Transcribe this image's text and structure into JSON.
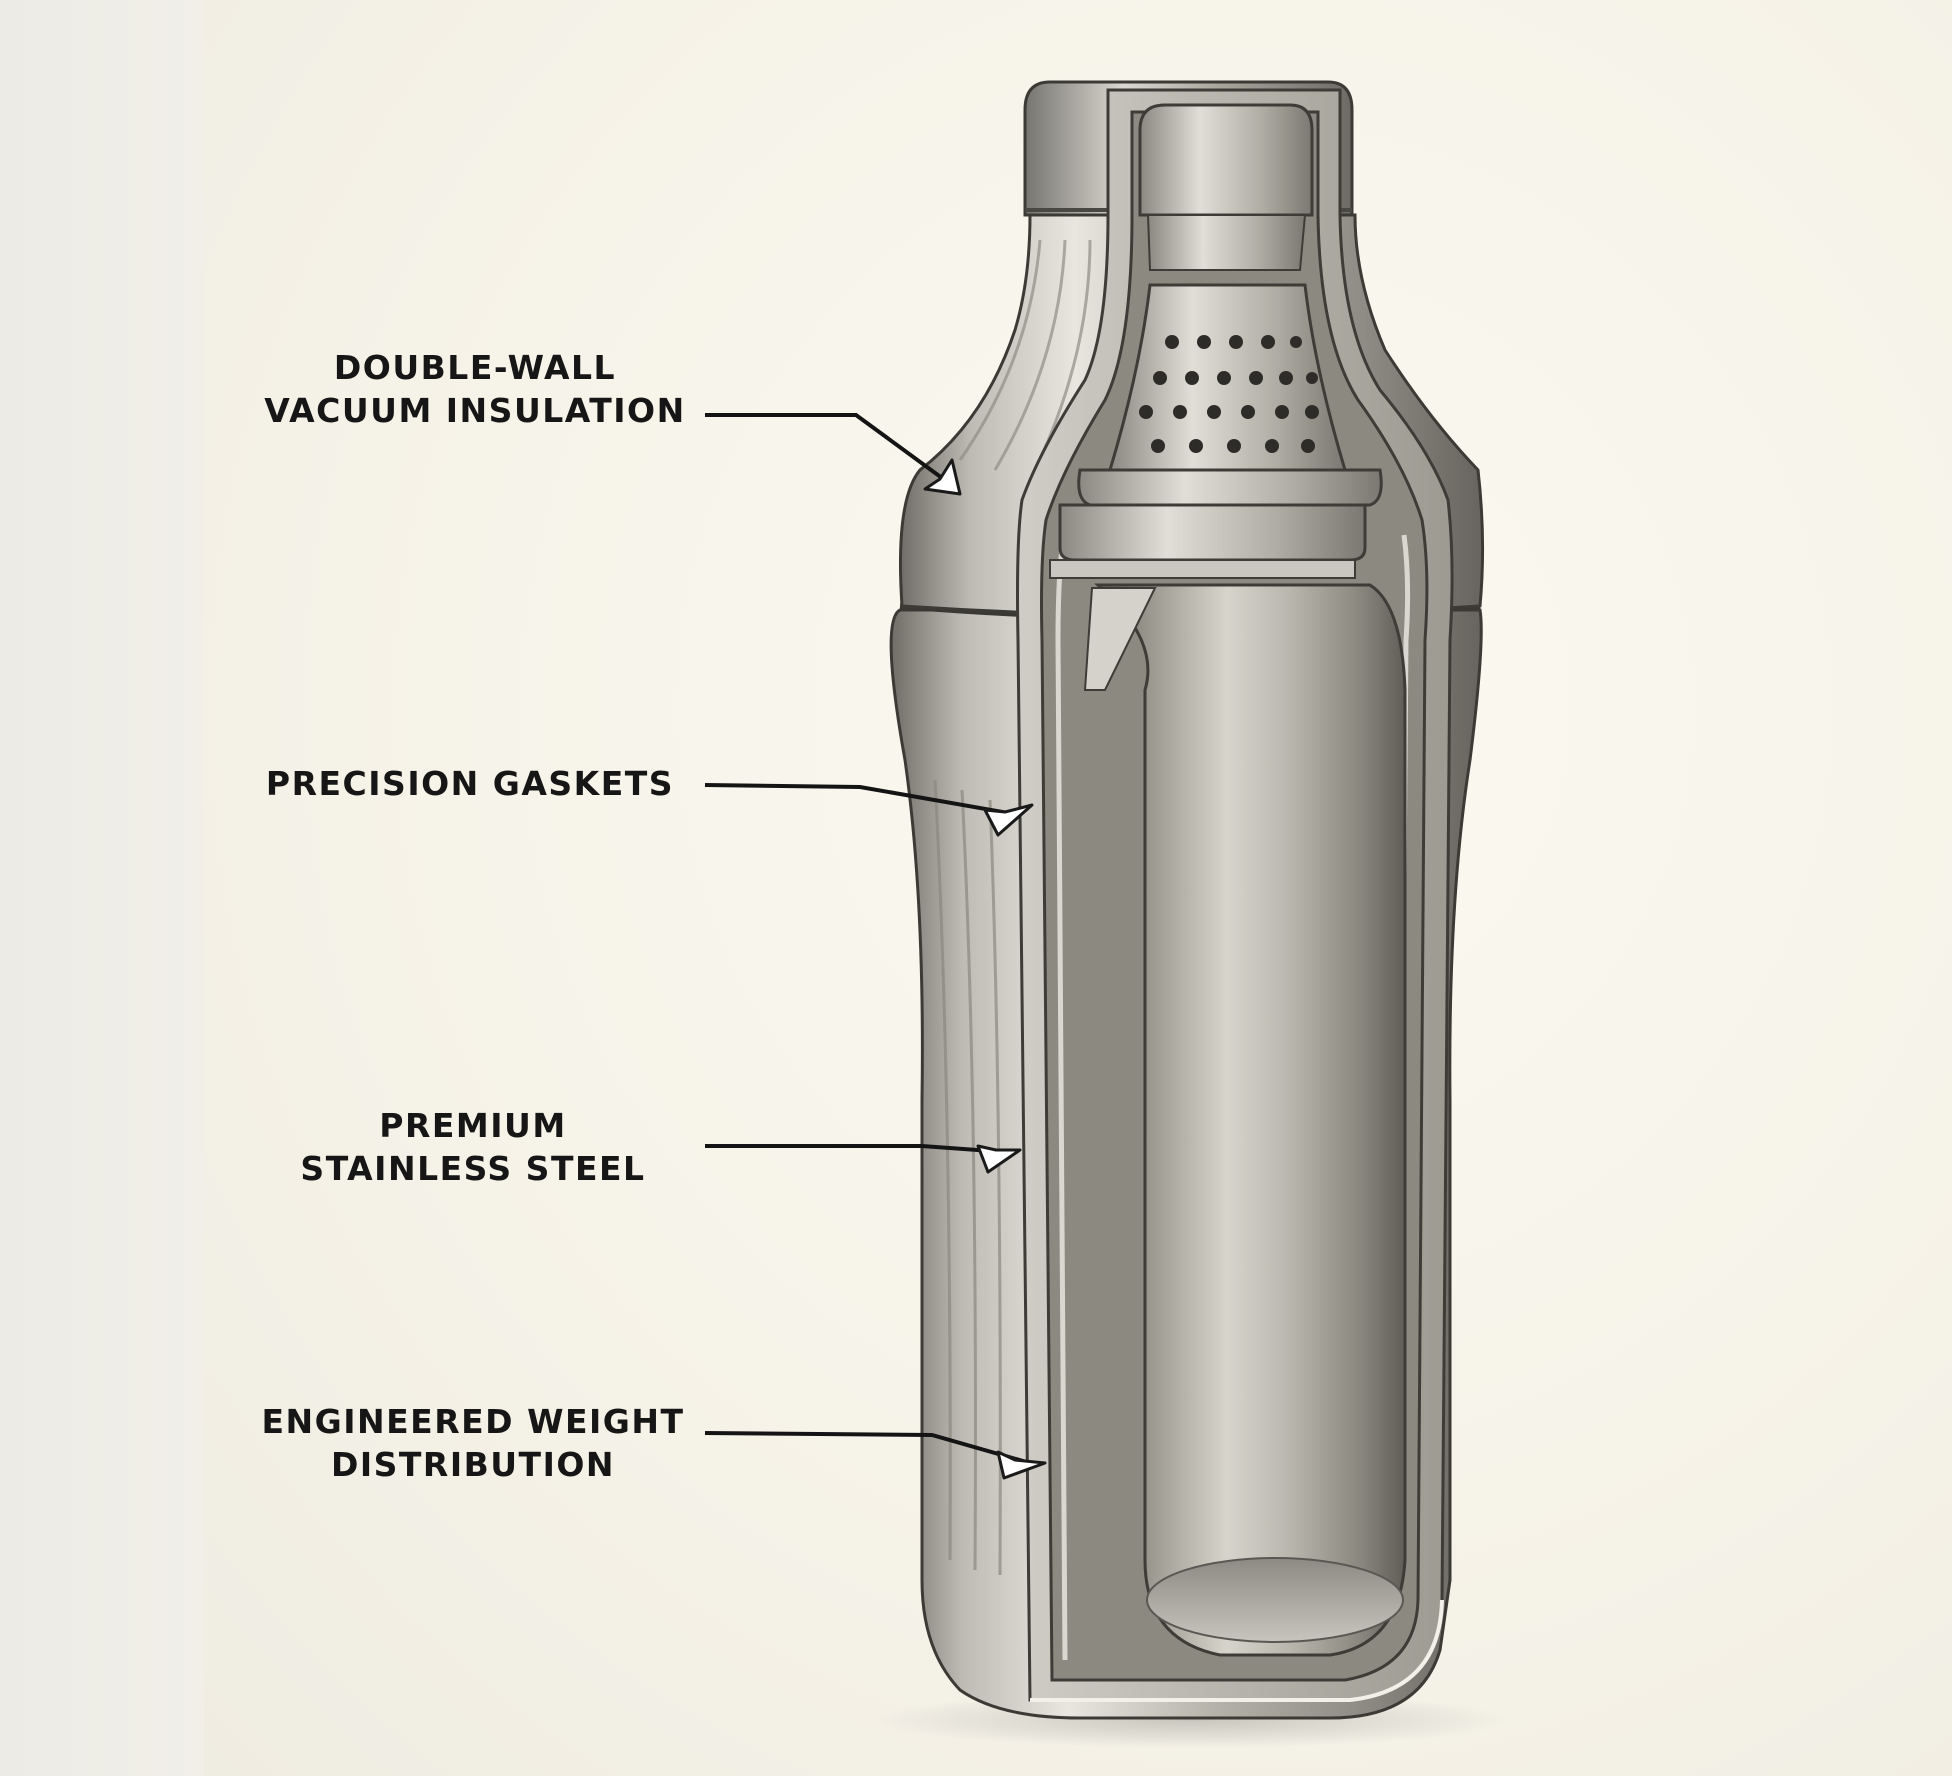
{
  "callouts": {
    "insulation": {
      "line1": "DOUBLE-WALL",
      "line2": "VACUUM INSULATION"
    },
    "gaskets": {
      "line1": "PRECISION GASKETS"
    },
    "steel": {
      "line1": "PREMIUM",
      "line2": "STAINLESS STEEL"
    },
    "weight": {
      "line1": "ENGINEERED WEIGHT",
      "line2": "DISTRIBUTION"
    }
  },
  "colors": {
    "background": "#f5f2e8",
    "steel_light": "#e4e2da",
    "steel_mid": "#a9a79e",
    "steel_dark": "#5e5c55",
    "label_text": "#161616"
  }
}
